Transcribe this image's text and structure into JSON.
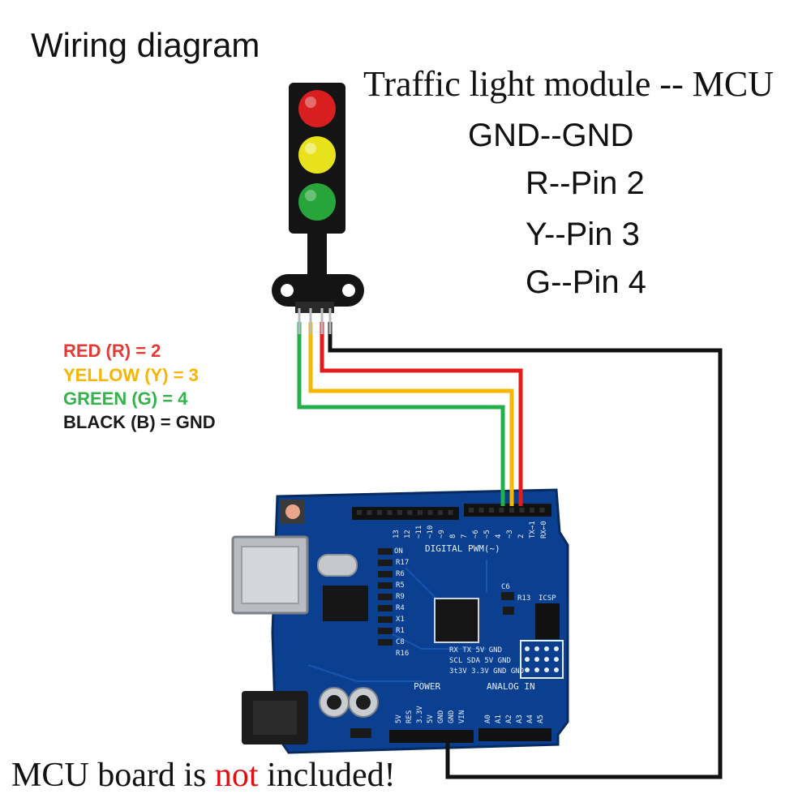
{
  "title": "Wiring diagram",
  "mapping": {
    "title": "Traffic light module -- MCU",
    "lines": [
      "GND--GND",
      "R--Pin 2",
      "Y--Pin 3",
      "G--Pin 4"
    ]
  },
  "legend": [
    {
      "text": "RED (R) = 2",
      "color": "#e53935"
    },
    {
      "text": "YELLOW (Y) = 3",
      "color": "#f7b500"
    },
    {
      "text": "GREEN (G) = 4",
      "color": "#34b34a"
    },
    {
      "text": "BLACK (B) = GND",
      "color": "#1a1a1a"
    }
  ],
  "wire_colors": {
    "red": "#e31b1b",
    "yellow": "#f5b800",
    "green": "#22b04b",
    "black": "#111111"
  },
  "board_labels": {
    "digital": "DIGITAL PWM(~)",
    "power": "POWER",
    "analog": "ANALOG IN",
    "power_pins": [
      "5V",
      "RES",
      "3.3V",
      "5V",
      "GND",
      "GND",
      "VIN"
    ],
    "analog_pins": [
      "A0",
      "A1",
      "A2",
      "A3",
      "A4",
      "A5"
    ],
    "digital_pins": [
      "13",
      "12",
      "~11",
      "~10",
      "~9",
      "8",
      "7",
      "~6",
      "~5",
      "4",
      "~3",
      "2",
      "TX→1",
      "RX←0"
    ],
    "resistor_labels": [
      "R17",
      "R6",
      "R5",
      "R9",
      "R4",
      "X1",
      "R1",
      "C8",
      "R16"
    ],
    "on_label": "ON",
    "icsp_label": "ICSP",
    "c6_label": "C6",
    "r13_label": "R13",
    "header_rows": [
      "RX  TX  5V  GND",
      "SCL SDA 5V  GND",
      "3t3V 3.3V GND GND"
    ]
  },
  "footer": {
    "before": "MCU board is ",
    "highlight": "not",
    "after": " included!"
  }
}
